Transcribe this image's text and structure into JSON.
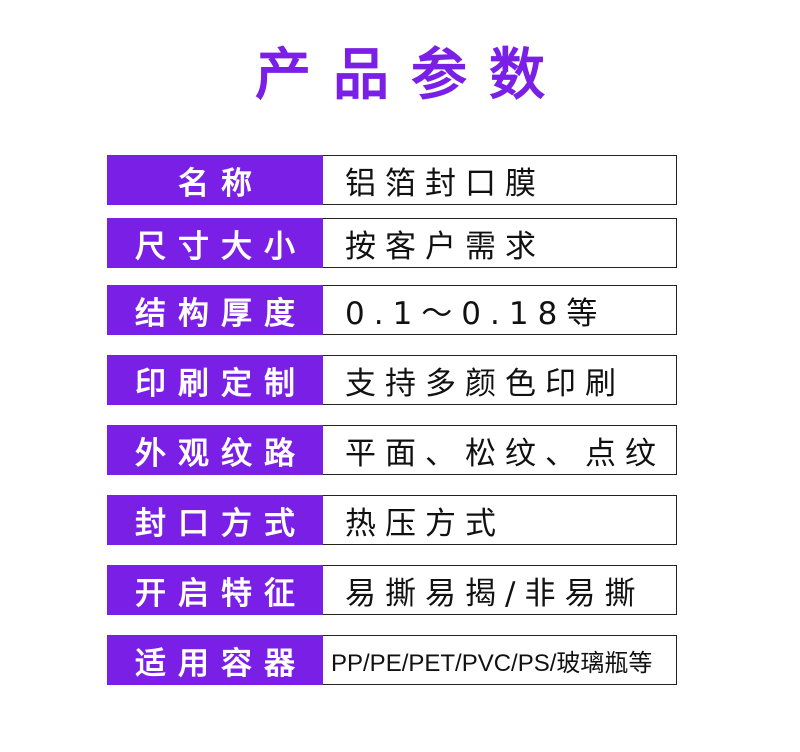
{
  "title": "产品参数",
  "colors": {
    "accent": "#7a1fe6",
    "border": "#222222"
  },
  "params": [
    {
      "label": "名称",
      "value": "铝箔封口膜"
    },
    {
      "label": "尺寸大小",
      "value": "按客户需求"
    },
    {
      "label": "结构厚度",
      "value": "0.1～0.18等"
    },
    {
      "label": "印刷定制",
      "value": "支持多颜色印刷"
    },
    {
      "label": "外观纹路",
      "value": "平面、松纹、点纹"
    },
    {
      "label": "封口方式",
      "value": "热压方式"
    },
    {
      "label": "开启特征",
      "value": "易撕易揭/非易撕"
    },
    {
      "label": "适用容器",
      "value": "PP/PE/PET/PVC/PS/玻璃瓶等"
    }
  ]
}
